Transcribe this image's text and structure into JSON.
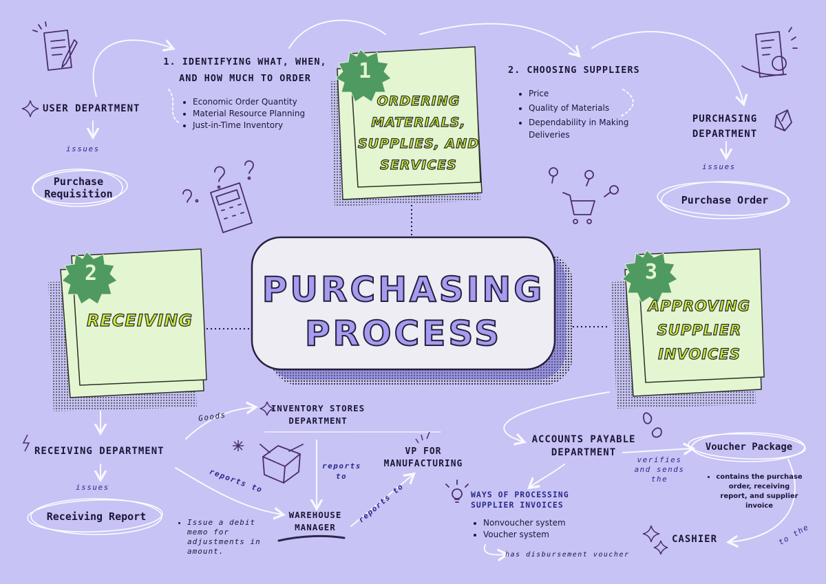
{
  "title": {
    "line1": "PURCHASING",
    "line2": "PROCESS"
  },
  "steps": [
    {
      "number": "1",
      "title": "ORDERING MATERIALS, SUPPLIES, AND SERVICES"
    },
    {
      "number": "2",
      "title": "RECEIVING"
    },
    {
      "number": "3",
      "title": "APPROVING SUPPLIER INVOICES"
    }
  ],
  "identifying": {
    "heading": "1. IDENTIFYING WHAT, WHEN, AND HOW MUCH TO ORDER",
    "items": [
      "Economic Order Quantity",
      "Material Resource Planning",
      "Just-in-Time Inventory"
    ]
  },
  "choosing": {
    "heading": "2. CHOOSING SUPPLIERS",
    "items": [
      "Price",
      "Quality of Materials",
      "Dependability in Making Deliveries"
    ]
  },
  "user_department": {
    "label": "USER DEPARTMENT",
    "verb": "issues",
    "document": "Purchase Requisition"
  },
  "purchasing_department": {
    "label": "PURCHASING DEPARTMENT",
    "verb": "issues",
    "document": "Purchase Order"
  },
  "receiving_department": {
    "label": "RECEIVING DEPARTMENT",
    "verb": "issues",
    "document": "Receiving Report",
    "note": "Issue a debit memo for adjustments in amount."
  },
  "inventory": {
    "goods": "Goods",
    "label": "INVENTORY STORES DEPARTMENT",
    "reports_to": "reports to"
  },
  "warehouse": {
    "label": "WAREHOUSE MANAGER",
    "reports_to_in": "reports to",
    "reports_to_out": "reports to"
  },
  "vp": {
    "label": "VP FOR MANUFACTURING"
  },
  "accounts_payable": {
    "label": "ACCOUNTS PAYABLE DEPARTMENT",
    "verb": "verifies and sends the"
  },
  "voucher_package": {
    "label": "Voucher Package",
    "desc": "contains the purchase order, receiving report, and supplier invoice",
    "to_the": "to the"
  },
  "cashier": {
    "label": "CASHIER"
  },
  "ways": {
    "heading": "WAYS OF PROCESSING SUPPLIER INVOICES",
    "items": [
      "Nonvoucher system",
      "Voucher system"
    ],
    "note": "has disbursement voucher"
  },
  "colors": {
    "background": "#c7c3f5",
    "note": "#e4f5d2",
    "green": "#4f9a60",
    "lime": "#c9ec3c",
    "accent": "#a59cf0",
    "ink": "#1b1635"
  }
}
